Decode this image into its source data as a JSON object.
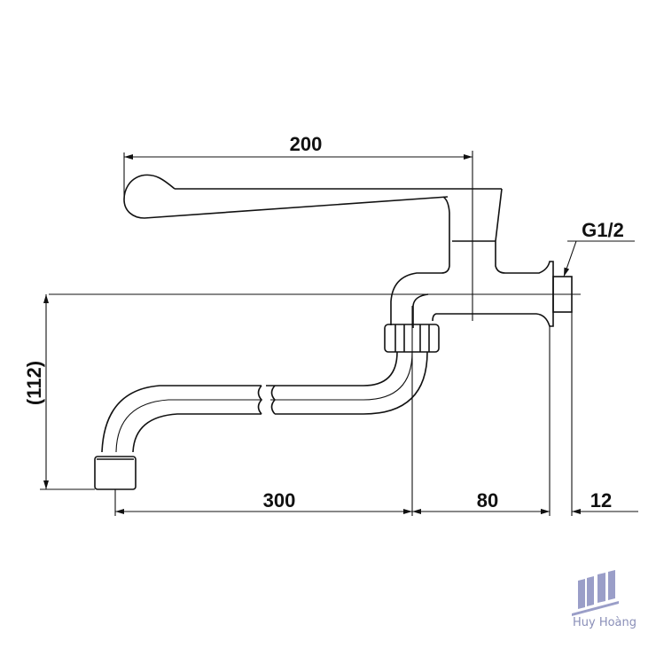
{
  "drawing": {
    "dimensions": {
      "handle_length": "200",
      "spout_height": "(112)",
      "spout_reach": "300",
      "body_depth": "80",
      "flange_thickness": "12",
      "thread": "G1/2"
    }
  },
  "watermark": {
    "brand": "Huy Hoàng",
    "color": "#8a8fb8"
  }
}
